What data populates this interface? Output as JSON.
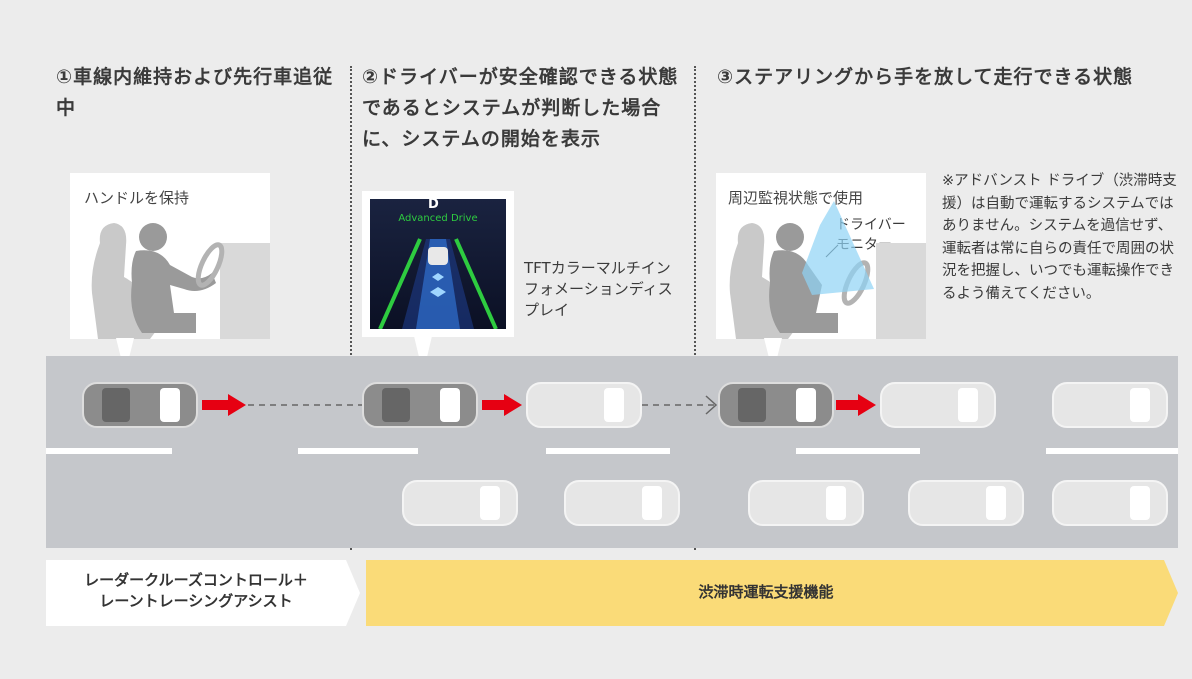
{
  "steps": [
    {
      "title": "①車線内維持および先行車追従中"
    },
    {
      "title": "②ドライバーが安全確認できる状態であるとシステムが判断した場合に、システムの開始を表示"
    },
    {
      "title": "③ステアリングから手を放して走行できる状態"
    }
  ],
  "step1": {
    "panel_label": "ハンドルを保持"
  },
  "step2": {
    "screen_shift": "D",
    "screen_title": "Advanced Drive",
    "display_label": "TFTカラーマルチインフォメーションディスプレイ"
  },
  "step3": {
    "panel_label": "周辺監視状態で使用",
    "monitor_label": "ドライバーモニター"
  },
  "note": "※アドバンスト ドライブ（渋滞時支援）は自動で運転するシステムではありません。システムを過信せず、運転者は常に自らの責任で周囲の状況を把握し、いつでも運転操作できるよう備えてください。",
  "bars": {
    "left_label_1": "レーダークルーズコントロール＋",
    "left_label_2": "レーントレーシングアシスト",
    "right_label": "渋滞時運転支援機能"
  },
  "colors": {
    "arrow": "#e60012",
    "bar_yellow": "#fadb78",
    "road": "#c5c7cb",
    "screen_green": "#2ecc40"
  }
}
